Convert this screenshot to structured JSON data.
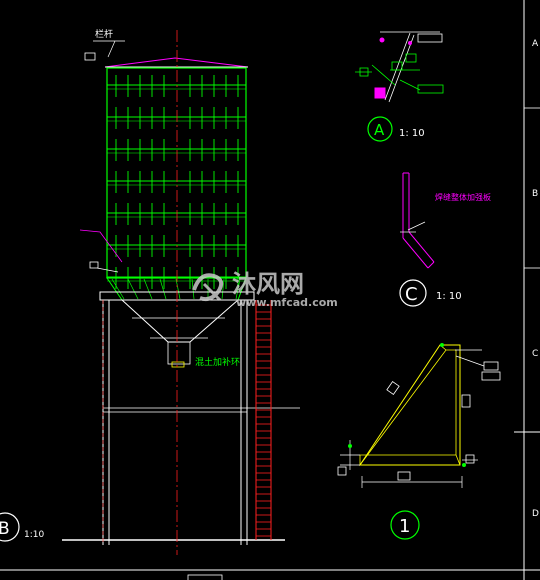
{
  "drawing": {
    "tower_top_label": "栏杆",
    "hopper_note": "混土加补环",
    "detail_A": {
      "letter": "A",
      "scale": "1: 10"
    },
    "detail_C": {
      "letter": "C",
      "scale": "1: 10",
      "note": "焊缝整体加强板"
    },
    "detail_B": {
      "letter": "B",
      "scale": "1:10"
    },
    "detail_1": {
      "number": "1"
    },
    "border_marks": [
      "A",
      "B",
      "C",
      "D"
    ],
    "watermark": {
      "brand": "沐风网",
      "url": "www.mfcad.com"
    }
  },
  "colors": {
    "background": "#000000",
    "green": "#00ff00",
    "red": "#ff2020",
    "white": "#ffffff",
    "magenta": "#ff00ff",
    "yellow": "#ffff00",
    "watermark": "#c8c8c8"
  }
}
